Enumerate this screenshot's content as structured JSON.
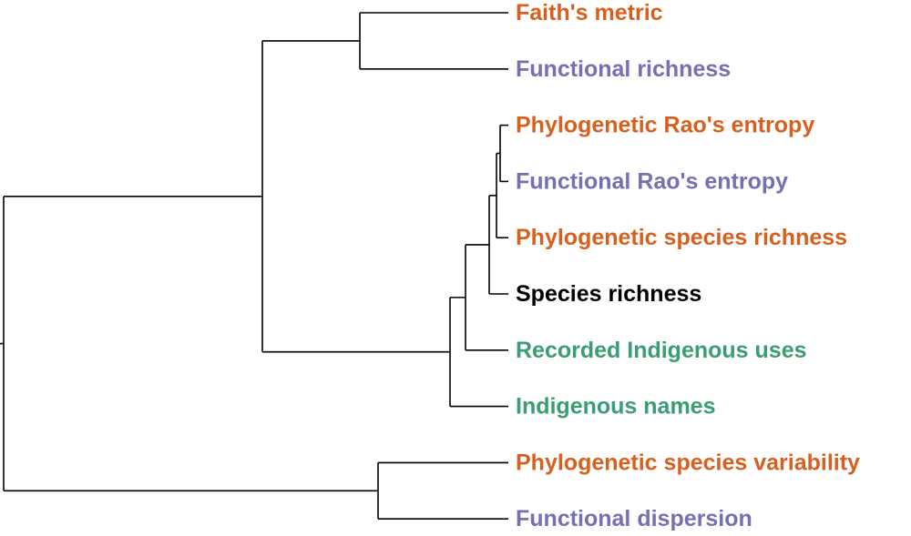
{
  "colors": {
    "phylogenetic": "#d95f1e",
    "functional": "#7570b3",
    "indigenous": "#3a9e72",
    "taxonomic": "#000000"
  },
  "tree": {
    "children": [
      {
        "children": [
          {
            "children": [
              {
                "label": "Faith's metric",
                "group": "phylogenetic"
              },
              {
                "label": "Functional richness",
                "group": "functional"
              }
            ]
          },
          {
            "children": [
              {
                "children": [
                  {
                    "children": [
                      {
                        "children": [
                          {
                            "children": [
                              {
                                "label": "Phylogenetic Rao's entropy",
                                "group": "phylogenetic"
                              },
                              {
                                "label": "Functional Rao's entropy",
                                "group": "functional"
                              }
                            ]
                          },
                          {
                            "label": "Phylogenetic species richness",
                            "group": "phylogenetic"
                          }
                        ]
                      },
                      {
                        "label": "Species richness",
                        "group": "taxonomic"
                      }
                    ]
                  },
                  {
                    "label": "Recorded Indigenous uses",
                    "group": "indigenous"
                  }
                ]
              },
              {
                "label": "Indigenous names",
                "group": "indigenous"
              }
            ]
          }
        ]
      },
      {
        "children": [
          {
            "label": "Phylogenetic species variability",
            "group": "phylogenetic"
          },
          {
            "label": "Functional dispersion",
            "group": "functional"
          }
        ]
      }
    ]
  }
}
